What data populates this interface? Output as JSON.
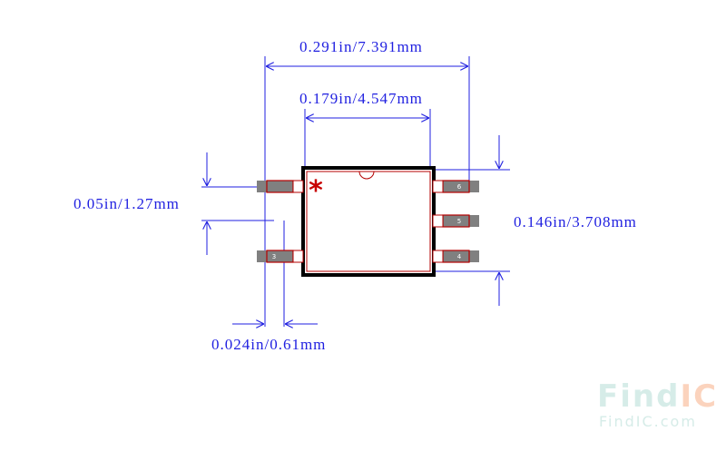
{
  "dimensions": {
    "overall_width": "0.291in/7.391mm",
    "body_width": "0.179in/4.547mm",
    "pitch": "0.05in/1.27mm",
    "body_height": "0.146in/3.708mm",
    "pad_width": "0.024in/0.61mm"
  },
  "component": {
    "pin1_marker": "*",
    "pins": [
      "6",
      "5",
      "4",
      "3"
    ]
  },
  "watermark": {
    "logo_part1": "Find",
    "logo_part2": "IC",
    "url": "FindIC.com"
  },
  "colors": {
    "dimension": "#1f1fe0",
    "outline": "#000000",
    "pad_fill": "#808080",
    "pad_outline": "#b40000",
    "marker": "#c80000"
  }
}
